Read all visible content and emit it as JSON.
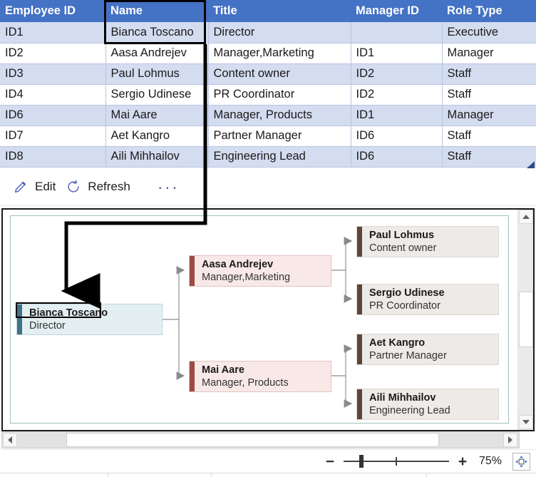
{
  "table": {
    "columns": [
      "Employee ID",
      "Name",
      "Title",
      "Manager ID",
      "Role Type"
    ],
    "rows": [
      [
        "ID1",
        "Bianca Toscano",
        "Director",
        "",
        "Executive"
      ],
      [
        "ID2",
        "Aasa Andrejev",
        "Manager,Marketing",
        "ID1",
        "Manager"
      ],
      [
        "ID3",
        "Paul Lohmus",
        "Content owner",
        "ID2",
        "Staff"
      ],
      [
        "ID4",
        "Sergio Udinese",
        "PR Coordinator",
        "ID2",
        "Staff"
      ],
      [
        "ID6",
        "Mai Aare",
        "Manager, Products",
        "ID1",
        "Manager"
      ],
      [
        "ID7",
        "Aet Kangro",
        "Partner Manager",
        "ID6",
        "Staff"
      ],
      [
        "ID8",
        "Aili Mihhailov",
        "Engineering Lead",
        "ID6",
        "Staff"
      ]
    ],
    "selected_cell": "Bianca Toscano",
    "header_color": "#4472c4",
    "row_alt_color": "#d4dcf0"
  },
  "toolbar": {
    "edit_label": "Edit",
    "refresh_label": "Refresh",
    "overflow_label": "···"
  },
  "diagram": {
    "nodes": [
      {
        "name": "Bianca Toscano",
        "title": "Director",
        "role": "Executive"
      },
      {
        "name": "Aasa Andrejev",
        "title": "Manager,Marketing",
        "role": "Manager"
      },
      {
        "name": "Mai Aare",
        "title": "Manager, Products",
        "role": "Manager"
      },
      {
        "name": "Paul Lohmus",
        "title": "Content owner",
        "role": "Staff"
      },
      {
        "name": "Sergio Udinese",
        "title": "PR Coordinator",
        "role": "Staff"
      },
      {
        "name": "Aet Kangro",
        "title": "Partner Manager",
        "role": "Staff"
      },
      {
        "name": "Aili Mihhailov",
        "title": "Engineering Lead",
        "role": "Staff"
      }
    ],
    "colors": {
      "executive_bar": "#3f7484",
      "executive_fill": "#e4eff2",
      "manager_bar": "#9d4a43",
      "manager_fill": "#f8e9e8",
      "staff_bar": "#5c4639",
      "staff_fill": "#edeae7"
    }
  },
  "status": {
    "zoom_value": "75%",
    "zoom_out_label": "−",
    "zoom_in_label": "+",
    "fit_icon": "fit-to-view-icon"
  }
}
